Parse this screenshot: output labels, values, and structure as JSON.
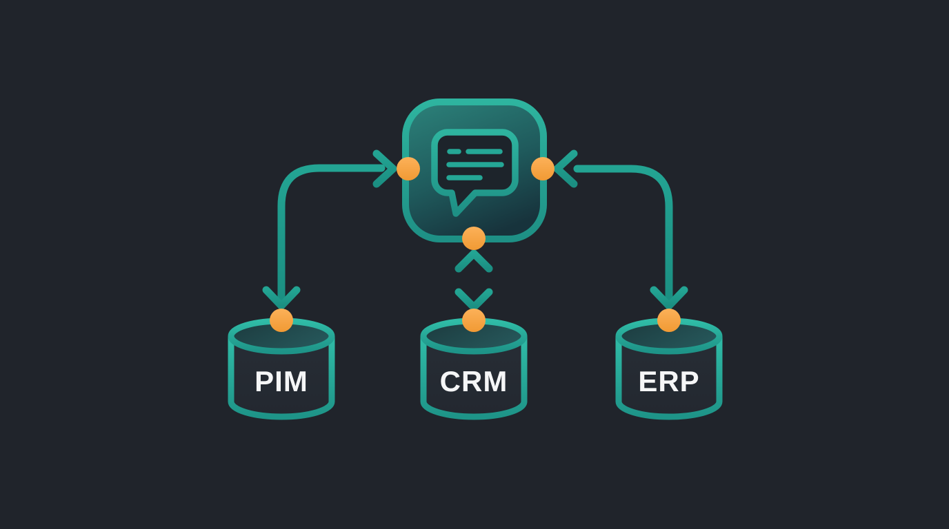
{
  "diagram": {
    "description": "Central message hub connected to three database systems",
    "hub": {
      "name": "message-hub",
      "icon": "chat-bubble",
      "ports": 3
    },
    "nodes": [
      {
        "id": "pim",
        "label": "PIM",
        "shape": "database-cylinder"
      },
      {
        "id": "crm",
        "label": "CRM",
        "shape": "database-cylinder"
      },
      {
        "id": "erp",
        "label": "ERP",
        "shape": "database-cylinder"
      }
    ],
    "connections": [
      {
        "between": [
          "hub",
          "PIM"
        ],
        "route": "elbow-left",
        "arrows": "both-ends"
      },
      {
        "between": [
          "hub",
          "CRM"
        ],
        "route": "straight-vertical",
        "arrows": "both-ends"
      },
      {
        "between": [
          "hub",
          "ERP"
        ],
        "route": "elbow-right",
        "arrows": "both-ends"
      }
    ],
    "colors": {
      "background": "#20242B",
      "connector_teal": "#1F9B8D",
      "node_stroke_teal": "#2BB3A0",
      "hub_fill_top": "#2B7F78",
      "hub_fill_bottom": "#17333C",
      "port_orange": "#F7A644",
      "label_text": "#F5F6F7"
    }
  }
}
